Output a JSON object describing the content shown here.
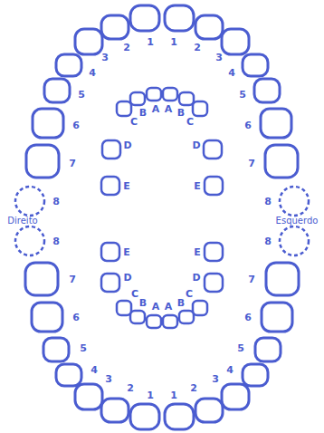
{
  "diagram": {
    "labels": [
      "3",
      "2",
      "1",
      "1",
      "2",
      "3",
      "4",
      "4",
      "5",
      "5",
      "6",
      "6",
      "7",
      "7",
      "C",
      "B",
      "A",
      "A",
      "B",
      "C",
      "D",
      "D",
      "E",
      "E",
      "8",
      "8",
      "Direito",
      "Esquerdo",
      "8",
      "8",
      "E",
      "E",
      "D",
      "D",
      "C",
      "B",
      "A",
      "A",
      "B",
      "C",
      "7",
      "7",
      "6",
      "6",
      "5",
      "5",
      "4",
      "4",
      "3",
      "2",
      "1",
      "1",
      "2",
      "3"
    ]
  }
}
